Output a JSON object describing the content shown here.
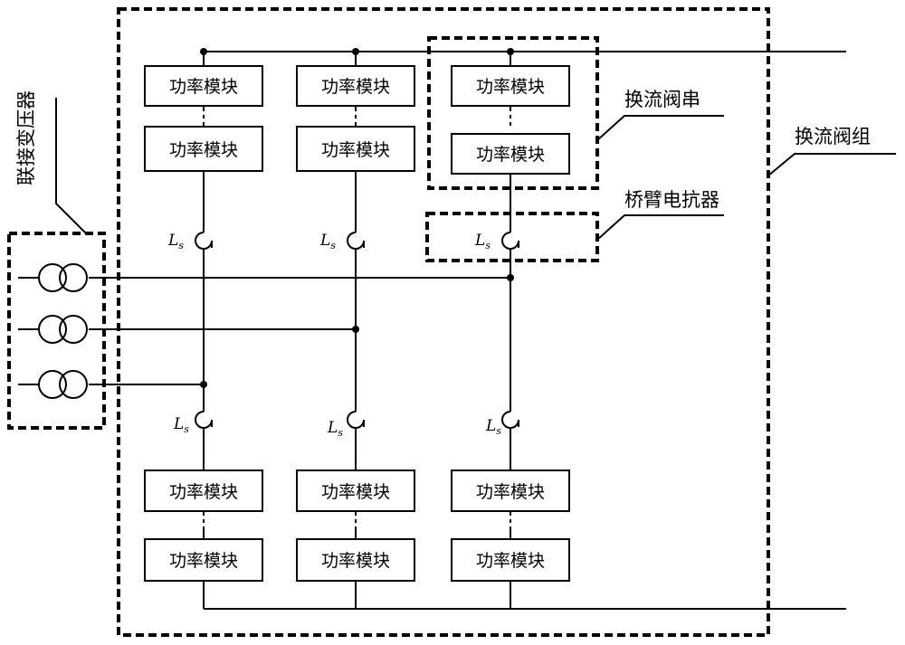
{
  "labels": {
    "module": "功率模块",
    "inductor_symbol": "L",
    "inductor_sub": "s",
    "transformer": "联接变压器",
    "valve_string": "换流阀串",
    "arm_reactor": "桥臂电抗器",
    "valve_group": "换流阀组"
  }
}
